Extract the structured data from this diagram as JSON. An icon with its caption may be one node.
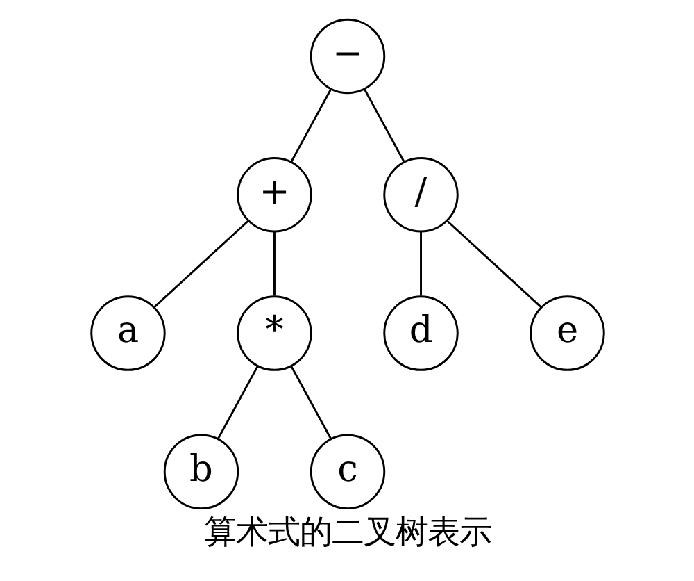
{
  "diagram": {
    "caption": "算术式的二叉树表示",
    "nodes": [
      {
        "text": [
          "−"
        ]
      },
      {
        "text": [
          "+"
        ]
      },
      {
        "text": [
          "/"
        ]
      },
      {
        "text": [
          "a"
        ]
      },
      {
        "text": [
          "*"
        ]
      },
      {
        "text": [
          "d"
        ]
      },
      {
        "text": [
          "e"
        ]
      },
      {
        "text": [
          "b"
        ]
      },
      {
        "text": [
          "c"
        ]
      }
    ],
    "edges": [
      {
        "from": 0,
        "to": 1,
        "arrow": "none"
      },
      {
        "from": 0,
        "to": 2,
        "arrow": "none"
      },
      {
        "from": 1,
        "to": 3,
        "arrow": "none"
      },
      {
        "from": 1,
        "to": 4,
        "arrow": "none"
      },
      {
        "from": 2,
        "to": 5,
        "arrow": "none"
      },
      {
        "from": 2,
        "to": 6,
        "arrow": "none"
      },
      {
        "from": 4,
        "to": 7,
        "arrow": "none"
      },
      {
        "from": 4,
        "to": 8,
        "arrow": "none"
      }
    ]
  }
}
